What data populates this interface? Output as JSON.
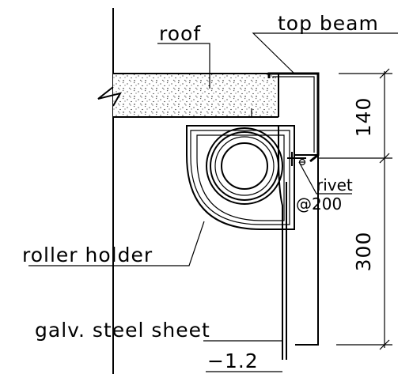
{
  "labels": {
    "roof": "roof",
    "top_beam": "top beam",
    "rivet": "rivet",
    "rivet_spacing": "@200",
    "roller_holder": "roller holder",
    "sheet": "galv. steel sheet",
    "sheet_thickness": "−1.2"
  },
  "dimensions": {
    "upper": "140",
    "lower": "300"
  }
}
